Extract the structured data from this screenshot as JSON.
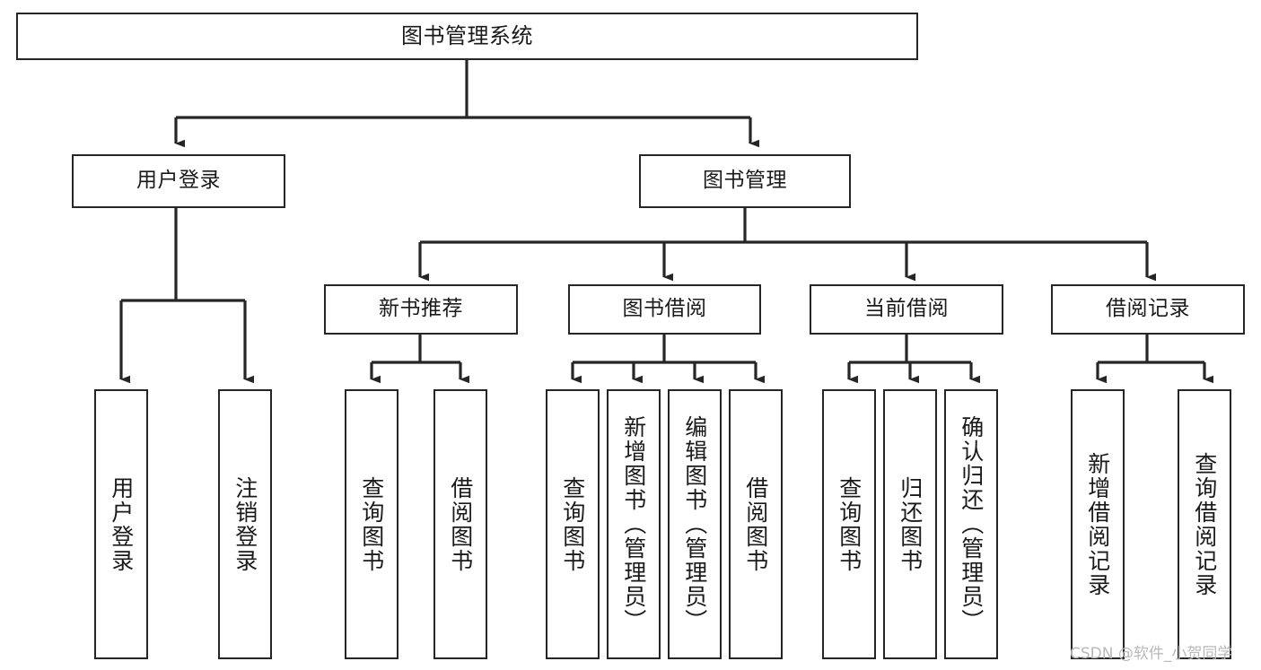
{
  "diagram": {
    "type": "tree",
    "title": "图书管理系统",
    "orientation": "top-down",
    "colors": {
      "stroke": "#262626",
      "fill": "#ffffff",
      "text": "#1a1a1a",
      "watermark": "#b9b9b9"
    },
    "nodes": {
      "root": {
        "label": "图书管理系统"
      },
      "level1": [
        {
          "id": "user-login",
          "label": "用户登录"
        },
        {
          "id": "book-manage",
          "label": "图书管理"
        }
      ],
      "level2": [
        {
          "id": "new-book-recommend",
          "label": "新书推荐"
        },
        {
          "id": "book-borrow",
          "label": "图书借阅"
        },
        {
          "id": "current-borrow",
          "label": "当前借阅"
        },
        {
          "id": "borrow-record",
          "label": "借阅记录"
        }
      ],
      "leaves": {
        "user-login": [
          {
            "id": "leaf-user-login",
            "label": "用户登录"
          },
          {
            "id": "leaf-logout-login",
            "label": "注销登录"
          }
        ],
        "new-book-recommend": [
          {
            "id": "leaf-query-book-1",
            "label": "查询图书"
          },
          {
            "id": "leaf-borrow-book-1",
            "label": "借阅图书"
          }
        ],
        "book-borrow": [
          {
            "id": "leaf-query-book-2",
            "label": "查询图书"
          },
          {
            "id": "leaf-add-book",
            "label": "新增图书（管理员）"
          },
          {
            "id": "leaf-edit-book",
            "label": "编辑图书（管理员）"
          },
          {
            "id": "leaf-borrow-book-2",
            "label": "借阅图书"
          }
        ],
        "current-borrow": [
          {
            "id": "leaf-query-book-3",
            "label": "查询图书"
          },
          {
            "id": "leaf-return-book",
            "label": "归还图书"
          },
          {
            "id": "leaf-confirm-return",
            "label": "确认归还（管理员）"
          }
        ],
        "borrow-record": [
          {
            "id": "leaf-add-record",
            "label": "新增借阅记录"
          },
          {
            "id": "leaf-query-record",
            "label": "查询借阅记录"
          }
        ]
      }
    }
  },
  "watermark": {
    "text": "CSDN @软件_小贺同学"
  }
}
